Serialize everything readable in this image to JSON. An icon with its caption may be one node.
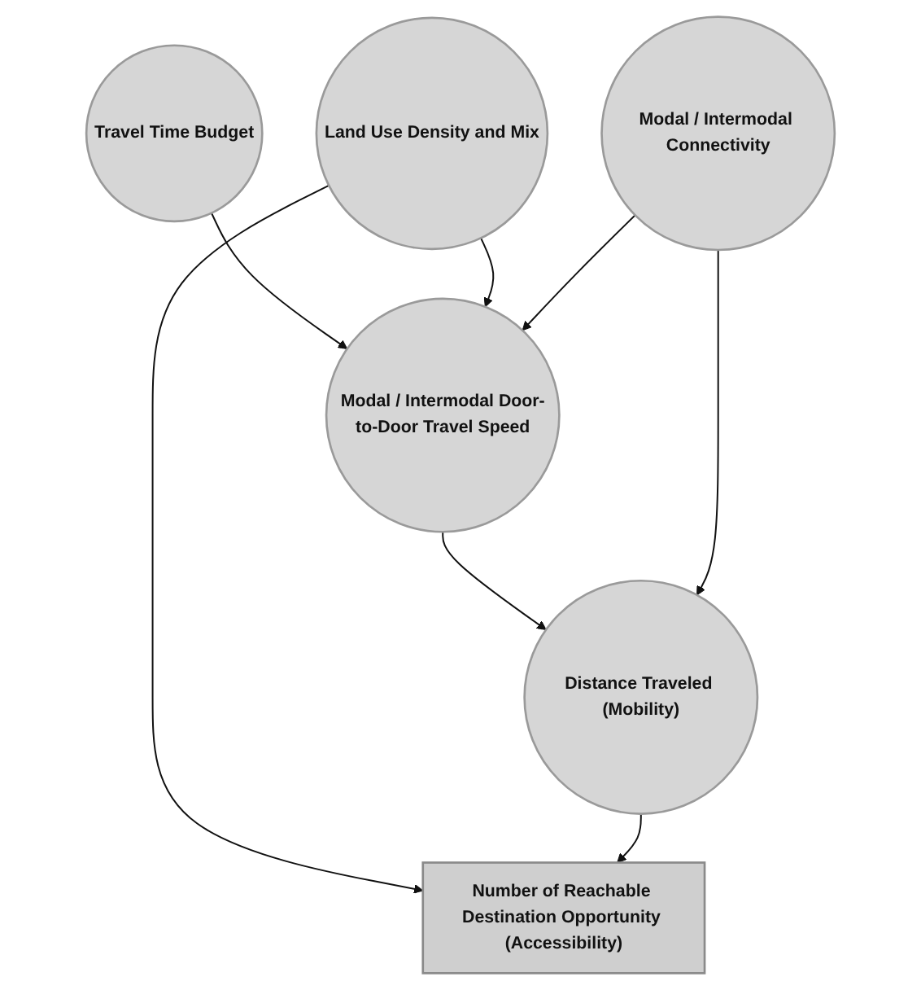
{
  "diagram": {
    "nodes": [
      {
        "text": [
          "Travel Time Budget"
        ]
      },
      {
        "text": [
          "Modal / Intermodal Door-to-Door Travel Speed"
        ]
      },
      {
        "text": [
          "Land Use Density and Mix"
        ]
      },
      {
        "text": [
          "Modal / Intermodal Connectivity"
        ]
      },
      {
        "text": [
          "Distance Traveled (Mobility)"
        ]
      },
      {
        "text": [
          "Number of Reachable Destination Opportunity (Accessibility)"
        ]
      }
    ],
    "edges": [
      {
        "from": 0,
        "to": 1,
        "arrow": "to"
      },
      {
        "from": 2,
        "to": 1,
        "arrow": "to"
      },
      {
        "from": 3,
        "to": 1,
        "arrow": "to"
      },
      {
        "from": 1,
        "to": 4,
        "arrow": "to"
      },
      {
        "from": 3,
        "to": 4,
        "arrow": "to"
      },
      {
        "from": 2,
        "to": 5,
        "arrow": "to"
      },
      {
        "from": 4,
        "to": 5,
        "arrow": "to"
      }
    ]
  }
}
